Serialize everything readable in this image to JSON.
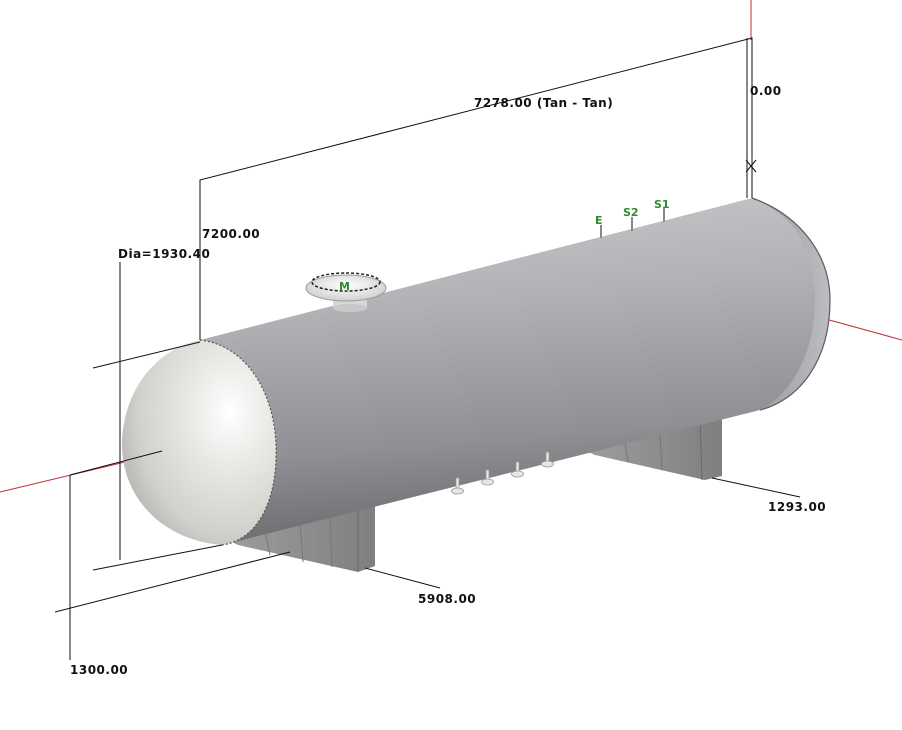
{
  "drawing": {
    "title": "Horizontal pressure vessel 3D model",
    "colors": {
      "background": "#ffffff",
      "shell": "#a8a8ac",
      "head_left": "#e8e6e3",
      "saddle": "#8c8c8c",
      "dimension_line": "#111111",
      "axis_line": "#c0303a",
      "nozzle_label": "#2e8b2e"
    },
    "dimensions": {
      "tan_to_tan": "7278.00 (Tan - Tan)",
      "right_tan_elevation": "0.00",
      "left_tan_position": "7200.00",
      "diameter": "Dia=1930.40",
      "left_saddle": "5908.00",
      "right_saddle": "1293.00",
      "centerline_elevation": "1300.00"
    },
    "nozzles": {
      "top": [
        "E",
        "S2",
        "S1"
      ],
      "manway": "M",
      "bottom_count": "4"
    }
  }
}
